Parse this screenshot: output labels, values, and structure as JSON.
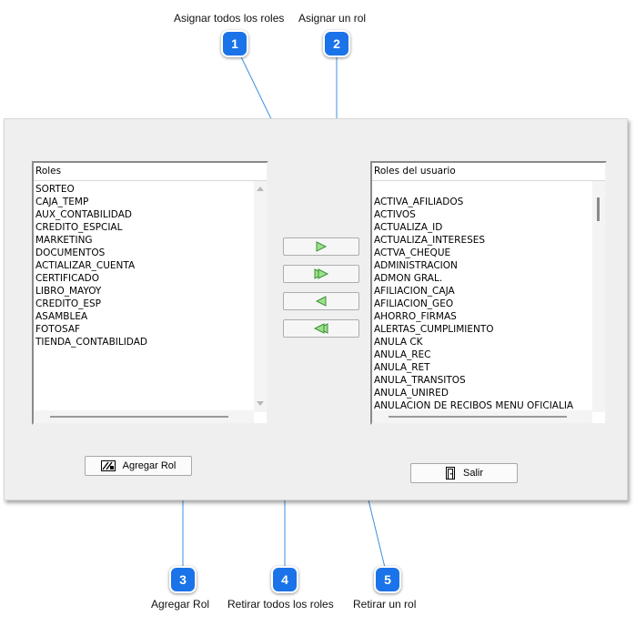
{
  "callouts": [
    {
      "number": "1",
      "label": "Asignar todos los roles"
    },
    {
      "number": "2",
      "label": "Asignar un rol"
    },
    {
      "number": "3",
      "label": "Agregar Rol"
    },
    {
      "number": "4",
      "label": "Retirar todos los roles"
    },
    {
      "number": "5",
      "label": "Retirar un rol"
    }
  ],
  "roles_list": {
    "header": "Roles",
    "items": [
      "SORTEO",
      "CAJA_TEMP",
      "AUX_CONTABILIDAD",
      "CREDITO_ESPCIAL",
      "MARKETING",
      "DOCUMENTOS",
      "ACTIALIZAR_CUENTA",
      "CERTIFICADO",
      "LIBRO_MAYOY",
      "CREDITO_ESP",
      "ASAMBLEA",
      "FOTOSAF",
      "TIENDA_CONTABILIDAD"
    ]
  },
  "user_roles_list": {
    "header": "Roles del usuario",
    "items": [
      "ACTIVA_AFILIADOS",
      "ACTIVOS",
      "ACTUALIZA_ID",
      "ACTUALIZA_INTERESES",
      "ACTVA_CHEQUE",
      "ADMINISTRACION",
      "ADMON GRAL.",
      "AFILIACION_CAJA",
      "AFILIACION_GEO",
      "AHORRO_FIRMAS",
      "ALERTAS_CUMPLIMIENTO",
      "ANULA CK",
      "ANULA_REC",
      "ANULA_RET",
      "ANULA_TRANSITOS",
      "ANULA_UNIRED",
      "ANULACION DE RECIBOS MENU OFICIALIA"
    ]
  },
  "buttons": {
    "add_role": "Agregar Rol",
    "exit": "Salir"
  },
  "icons": {
    "assign_one": "triangle-right-icon",
    "assign_all": "double-triangle-right-icon",
    "remove_one": "triangle-left-icon",
    "remove_all": "double-triangle-left-icon",
    "add_role": "add-role-icon",
    "exit": "door-exit-icon"
  },
  "colors": {
    "badge": "#1a73e8",
    "arrow_fill": "#9be08a",
    "arrow_stroke": "#3d8f3a",
    "callout_line": "#3b8fe0"
  }
}
